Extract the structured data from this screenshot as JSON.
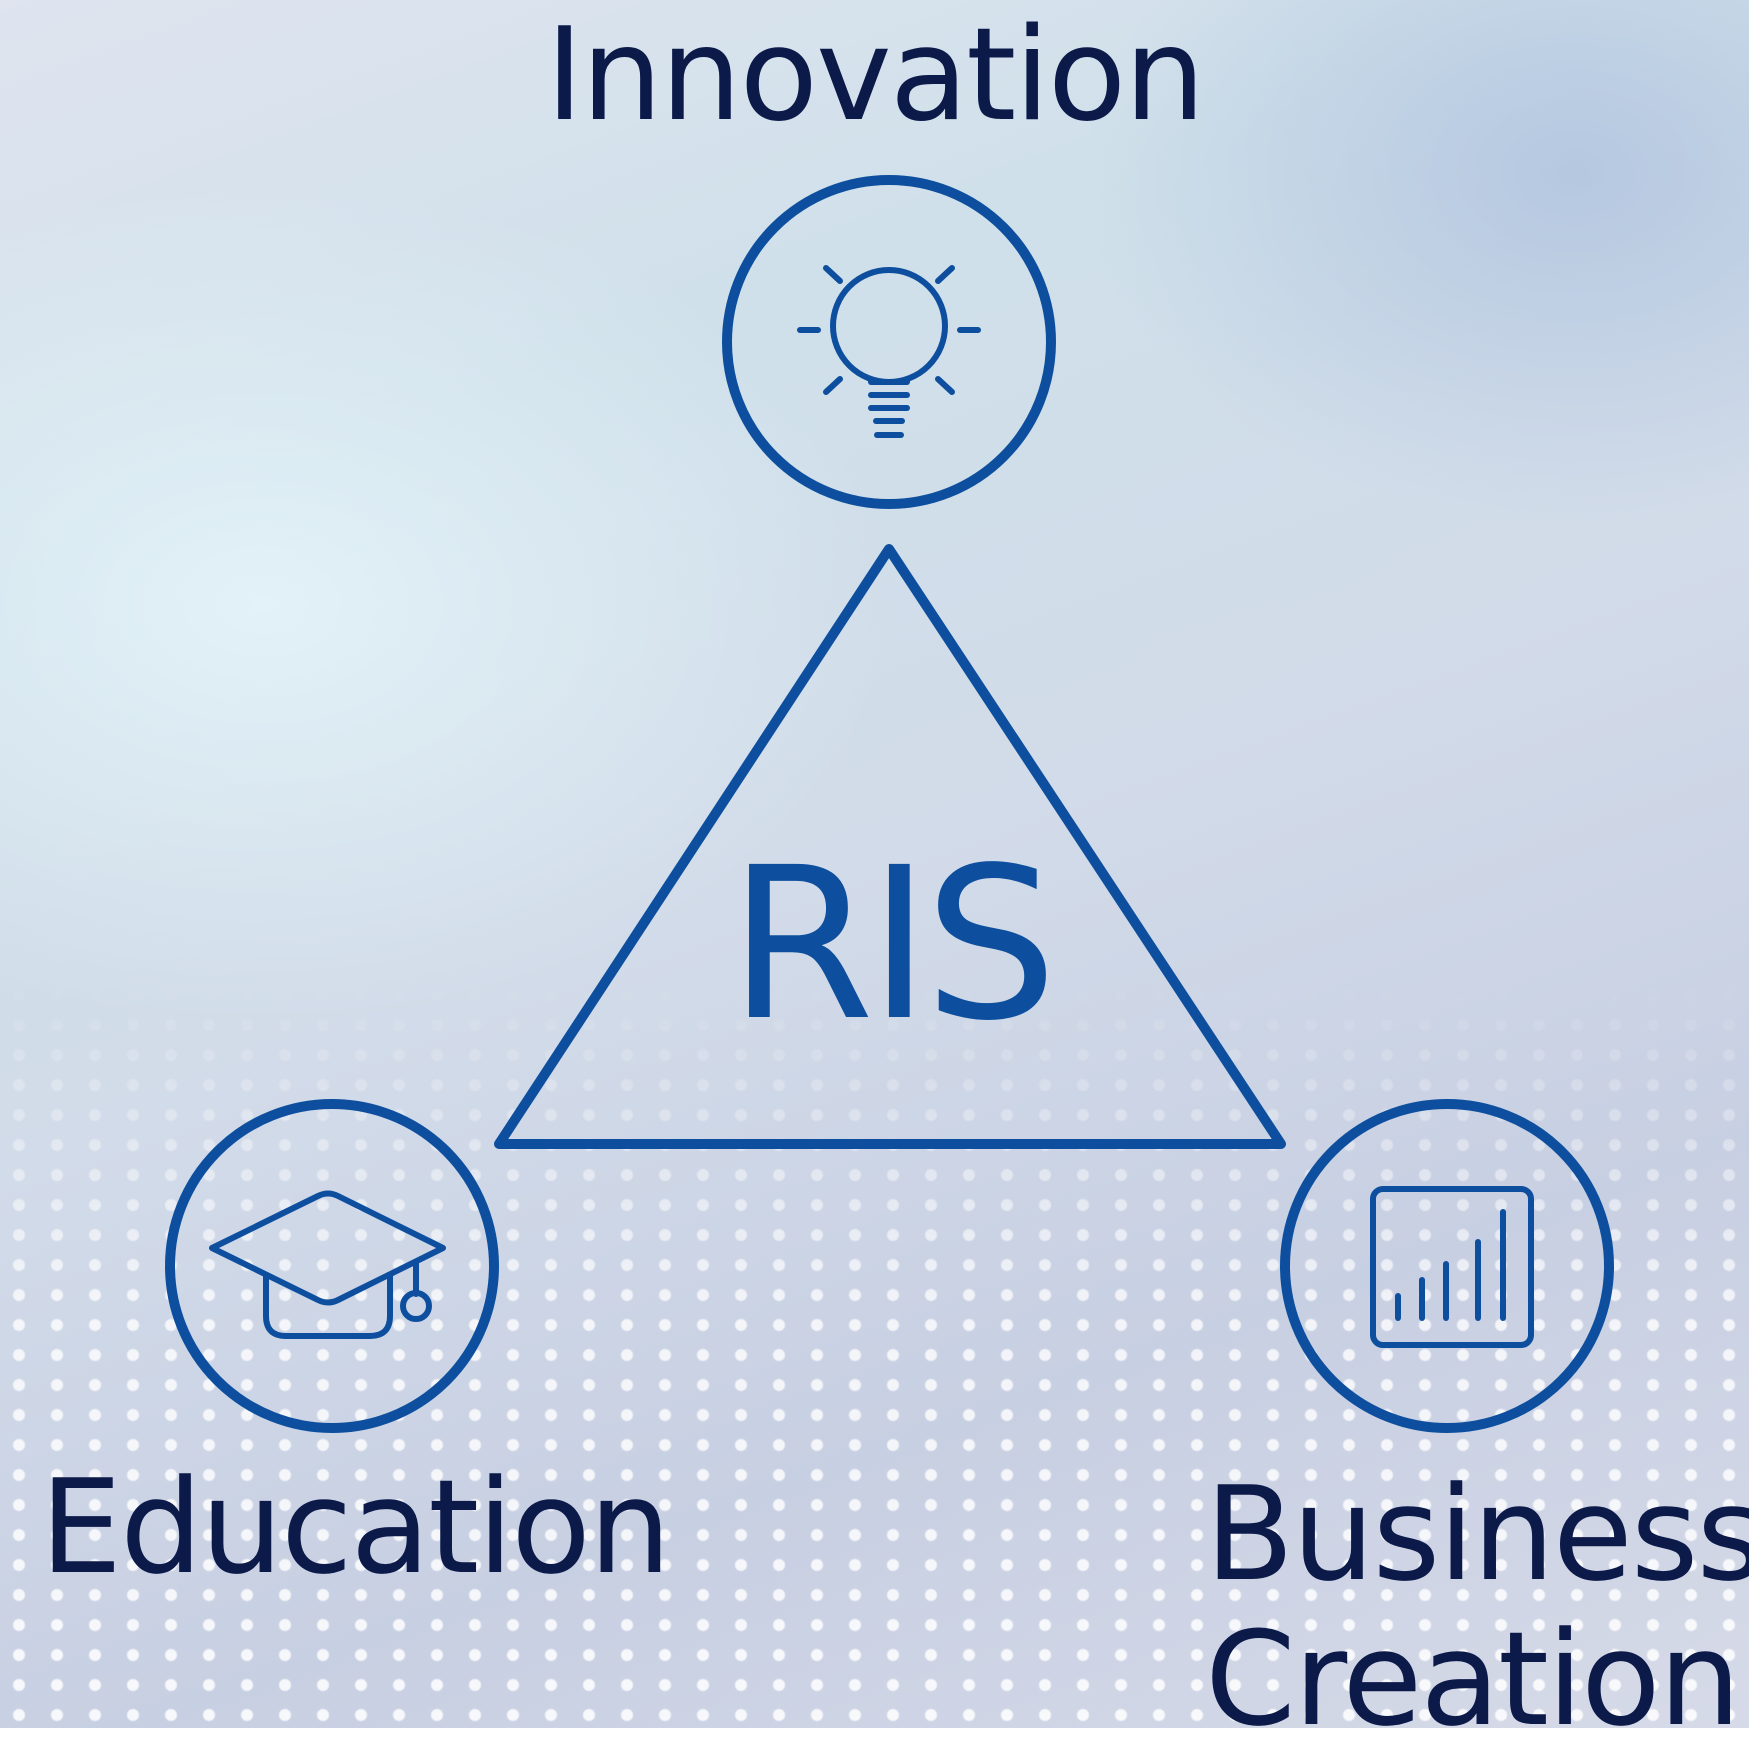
{
  "center_label": "RIS",
  "nodes": {
    "innovation": {
      "label": "Innovation",
      "icon": "lightbulb-icon"
    },
    "education": {
      "label": "Education",
      "icon": "graduation-cap-icon"
    },
    "business_creation": {
      "label": "Business Creation",
      "icon": "bar-chart-icon"
    }
  },
  "colors": {
    "stroke": "#0d4f9e",
    "label_text": "#0c1a4a"
  }
}
